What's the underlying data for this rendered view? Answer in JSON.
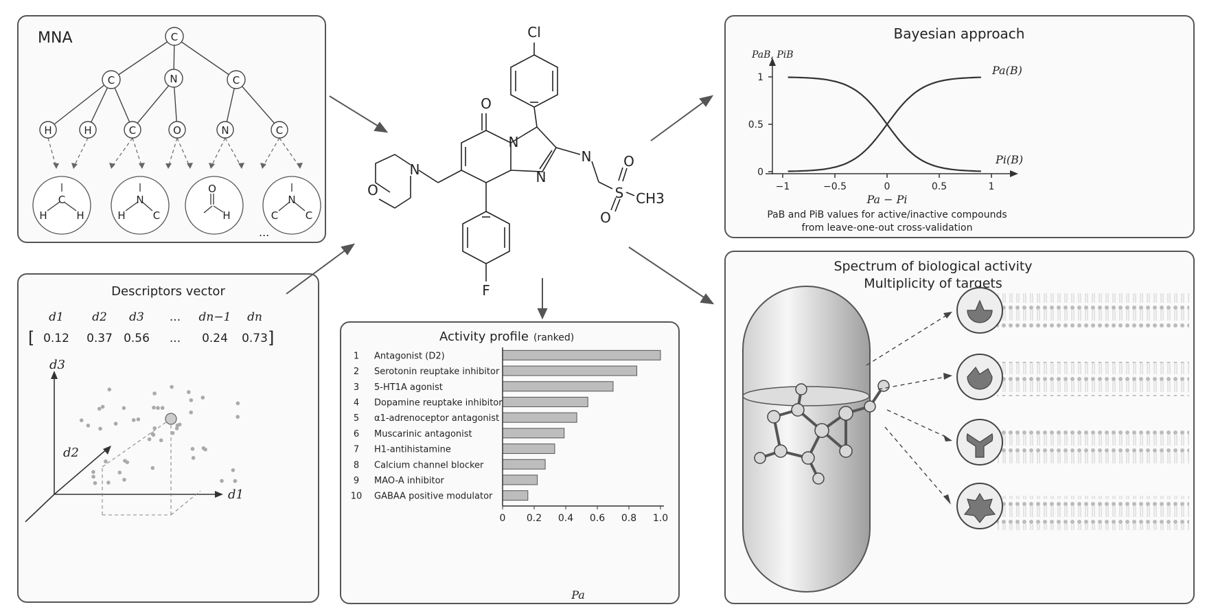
{
  "mna": {
    "title": "MNA",
    "root": "C",
    "level1": [
      "C",
      "N",
      "C"
    ],
    "level2": [
      "H",
      "H",
      "C",
      "O",
      "N",
      "C"
    ],
    "fragments": [
      {
        "center": "C",
        "left": "H",
        "right": "H"
      },
      {
        "center": "N",
        "left": "H",
        "right": "C"
      },
      {
        "center": "O",
        "right": "H"
      },
      {
        "center": "N",
        "left": "C",
        "right": "C"
      }
    ],
    "ellipsis": "..."
  },
  "descriptors": {
    "title": "Descriptors vector",
    "labels": [
      "d1",
      "d2",
      "d3",
      "...",
      "dn−1",
      "dn"
    ],
    "values": [
      "0.12",
      "0.37",
      "0.56",
      "...",
      "0.24",
      "0.73"
    ],
    "axis_x": "d1",
    "axis_y": "d3",
    "axis_z": "d2"
  },
  "molecule": {
    "atoms": {
      "cl": "Cl",
      "o": "O",
      "n1": "N",
      "n2": "N",
      "n3": "N",
      "n_morph": "N",
      "o_morph": "O",
      "s": "S",
      "o_s1": "O",
      "o_s2": "O",
      "ch3": "CH3",
      "f": "F"
    }
  },
  "bayes": {
    "title": "Bayesian approach",
    "y_label": "PaB, PiB",
    "x_label": "Pa − Pi",
    "curve_a": "Pa(B)",
    "curve_i": "Pi(B)",
    "caption_line1": "PaB and PiB values for active/inactive compounds",
    "caption_line2": "from leave-one-out cross-validation",
    "x_ticks": [
      "−1",
      "−0.5",
      "0",
      "0.5",
      "1"
    ],
    "y_ticks": [
      "0",
      "0.5",
      "1"
    ]
  },
  "spectrum": {
    "title_line1": "Spectrum of biological activity",
    "title_line2": "Multiplicity of targets"
  },
  "chart_data": {
    "type": "bar",
    "title": "Activity profile",
    "subtitle": "(ranked)",
    "xlabel": "Pa",
    "xlim": [
      0,
      1.0
    ],
    "x_ticks": [
      "0",
      "0.2",
      "0.4",
      "0.6",
      "0.8",
      "1.0"
    ],
    "ranks": [
      "1",
      "2",
      "3",
      "4",
      "5",
      "6",
      "7",
      "8",
      "9",
      "10"
    ],
    "categories": [
      "Antagonist (D2)",
      "Serotonin reuptake inhibitor",
      "5-HT1A agonist",
      "Dopamine reuptake inhibitor",
      "α1-adrenoceptor antagonist",
      "Muscarinic antagonist",
      "H1-antihistamine",
      "Calcium channel blocker",
      "MAO-A inhibitor",
      "GABAA positive modulator"
    ],
    "values": [
      1.0,
      0.85,
      0.7,
      0.54,
      0.47,
      0.39,
      0.33,
      0.27,
      0.22,
      0.16
    ]
  },
  "colors": {
    "border": "#555555",
    "bar": "#bdbdbd",
    "line": "#333333"
  }
}
